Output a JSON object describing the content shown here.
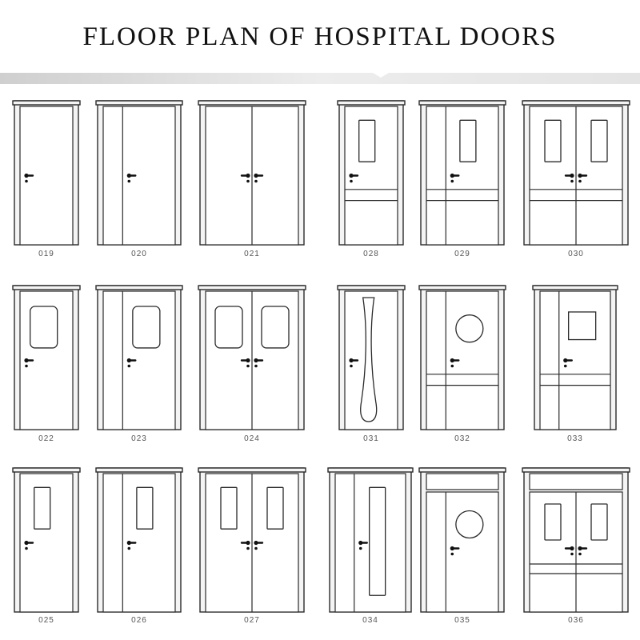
{
  "title": "FLOOR PLAN OF HOSPITAL DOORS",
  "doors": [
    {
      "code": "019",
      "style": "single-plain"
    },
    {
      "code": "020",
      "style": "mother-plain"
    },
    {
      "code": "021",
      "style": "double-plain"
    },
    {
      "code": "028",
      "style": "single-slot-kick"
    },
    {
      "code": "029",
      "style": "mother-slot-kick"
    },
    {
      "code": "030",
      "style": "double-slot-kick"
    },
    {
      "code": "022",
      "style": "single-rounded-window"
    },
    {
      "code": "023",
      "style": "mother-rounded-window"
    },
    {
      "code": "024",
      "style": "double-rounded-window"
    },
    {
      "code": "031",
      "style": "single-vase-window"
    },
    {
      "code": "032",
      "style": "mother-porthole-kick"
    },
    {
      "code": "033",
      "style": "mother-square-window-kick"
    },
    {
      "code": "025",
      "style": "single-slot"
    },
    {
      "code": "026",
      "style": "mother-slot"
    },
    {
      "code": "027",
      "style": "double-slot"
    },
    {
      "code": "034",
      "style": "mother-tall-slot"
    },
    {
      "code": "035",
      "style": "mother-porthole-transom"
    },
    {
      "code": "036",
      "style": "double-slot-kick-transom"
    }
  ]
}
